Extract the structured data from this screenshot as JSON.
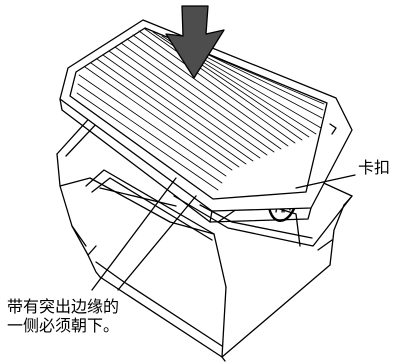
{
  "labels": {
    "clip": "卡扣",
    "edge_line1": "带有突出边缘的",
    "edge_line2": "一侧必须朝下。"
  },
  "colors": {
    "stroke": "#000000",
    "arrow_fill": "#4d4d4d",
    "background": "#ffffff"
  },
  "icons": {
    "insert_arrow": "down-arrow-icon"
  }
}
